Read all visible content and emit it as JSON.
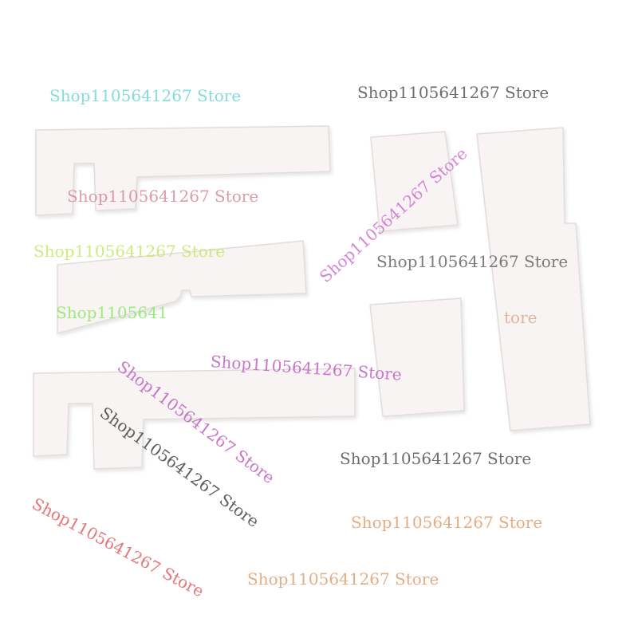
{
  "watermarks": [
    {
      "text": "Shop1105641267 Store",
      "color": "#6fd6d6"
    },
    {
      "text": "Shop1105641267 Store",
      "color": "#555555"
    },
    {
      "text": "Shop1105641267 Store",
      "color": "#d98a9a"
    },
    {
      "text": "Shop1105641267 Store",
      "color": "#c6e86a"
    },
    {
      "text": "Shop1105641267 Store",
      "color": "#d070d0"
    },
    {
      "text": "Shop1105641267 Store",
      "color": "#666666"
    },
    {
      "text": "Shop1105641",
      "color": "#8ee86a"
    },
    {
      "text": "tore",
      "color": "#e0a890"
    },
    {
      "text": "Shop1105641267 Store",
      "color": "#c060c0"
    },
    {
      "text": "Shop1105641267 Store",
      "color": "#c060c0"
    },
    {
      "text": "Shop1105641267 Store",
      "color": "#444444"
    },
    {
      "text": "Shop1105641267 Store",
      "color": "#555555"
    },
    {
      "text": "Shop1105641267 Store",
      "color": "#e06060"
    },
    {
      "text": "Shop1105641267 Store",
      "color": "#e0a070"
    },
    {
      "text": "Shop1105641267 Store",
      "color": "#e0a070"
    }
  ],
  "colors": {
    "background": "#ffffff",
    "pad_fill": "#f7f4f3",
    "pad_edge": "#e2dcda"
  }
}
